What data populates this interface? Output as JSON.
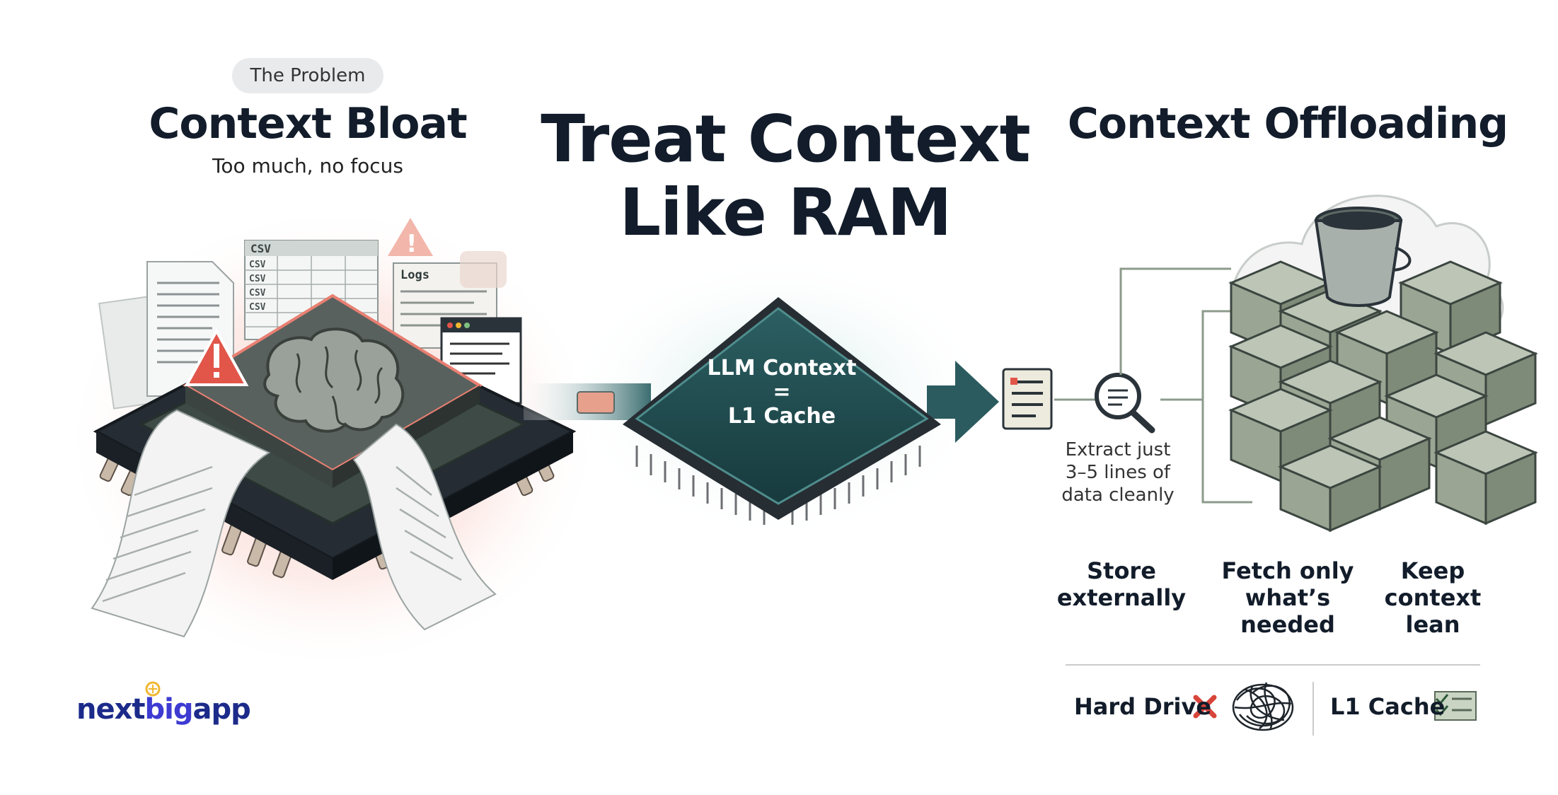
{
  "left_panel": {
    "badge": "The Problem",
    "title": "Context Bloat",
    "subtitle": "Too much, no focus",
    "doc_labels": {
      "csv_header": "CSV",
      "csv_row": "CSV",
      "logs": "Logs"
    }
  },
  "center": {
    "title_line1": "Treat Context",
    "title_line2": "Like RAM",
    "chip_line1": "LLM Context",
    "chip_line2": "=",
    "chip_line3": "L1 Cache"
  },
  "right_panel": {
    "title": "Context Offloading",
    "extract_note": [
      "Extract just",
      "3–5 lines of",
      "data cleanly"
    ],
    "steps": [
      {
        "line1": "Store",
        "line2": "externally",
        "line3": ""
      },
      {
        "line1": "Fetch only",
        "line2": "what’s",
        "line3": "needed"
      },
      {
        "line1": "Keep",
        "line2": "context",
        "line3": "lean"
      }
    ],
    "comparison": {
      "left": "Hard Drive",
      "right": "L1 Cache"
    }
  },
  "logo": {
    "part1": "next",
    "part2": "big",
    "part3": "app"
  },
  "colors": {
    "chip_teal": "#1f4a4e",
    "chip_dark": "#2a323a",
    "warning": "#e2564a",
    "cube": "#9aa593",
    "logo_navy": "#1c2a8a",
    "logo_accent": "#f0b730"
  },
  "icons": [
    "warning-icon",
    "brain-icon",
    "magnifier-icon",
    "bucket-icon",
    "cross-icon",
    "checklist-icon",
    "tangle-icon",
    "cloud-icon"
  ]
}
